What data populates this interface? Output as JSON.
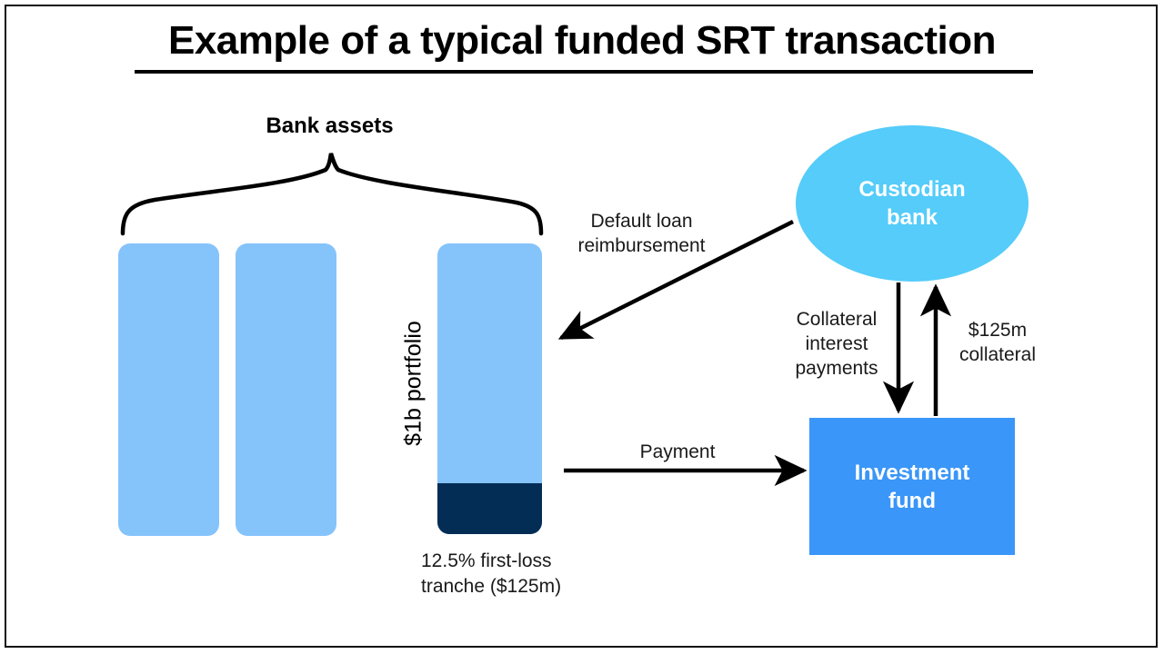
{
  "slide": {
    "title": "Example of a typical funded SRT transaction",
    "background_color": "#ffffff",
    "border_color": "#111111"
  },
  "colors": {
    "bar_light_blue": "#85c3fb",
    "tranche_navy": "#042d56",
    "custodian_cyan": "#55ccf9",
    "fund_blue": "#3a96f8",
    "text_dark": "#1a1a1a",
    "arrow_black": "#000000"
  },
  "bank_assets": {
    "heading": "Bank assets",
    "bars": [
      {
        "name": "asset-bar-1",
        "fill": "#85c3fb"
      },
      {
        "name": "asset-bar-2",
        "fill": "#85c3fb"
      },
      {
        "name": "asset-bar-3",
        "fill": "#85c3fb",
        "tranche_fill": "#042d56",
        "tranche_share": "12.5%"
      }
    ],
    "portfolio_label": "$1b portfolio",
    "tranche_caption": "12.5% first-loss\ntranche ($125m)"
  },
  "entities": {
    "custodian_bank": "Custodian\nbank",
    "investment_fund": "Investment\nfund"
  },
  "flows": {
    "default_loan_reimbursement": "Default loan\nreimbursement",
    "collateral_interest_payments": "Collateral\ninterest\npayments",
    "collateral_amount": "$125m\ncollateral",
    "payment": "Payment"
  }
}
